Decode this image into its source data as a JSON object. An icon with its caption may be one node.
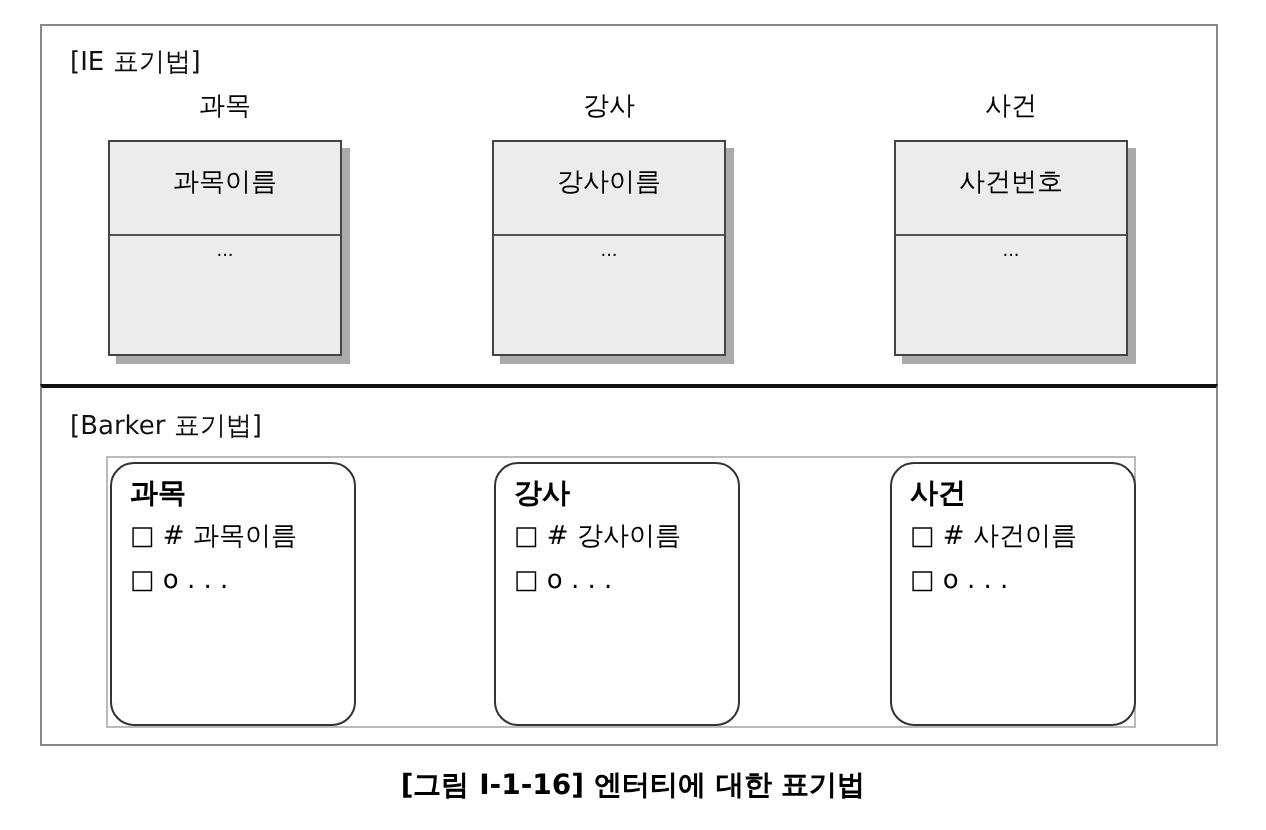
{
  "diagram": {
    "caption": "[그림 Ⅰ-1-16] 엔터티에 대한 표기법",
    "nodes": [
      {
        "text": [
          "[IE 표기법]"
        ]
      },
      {
        "text": [
          "과목",
          "과목이름",
          "..."
        ],
        "in": 0
      },
      {
        "text": [
          "강사",
          "강사이름",
          "..."
        ],
        "in": 0
      },
      {
        "text": [
          "사건",
          "사건번호",
          "..."
        ],
        "in": 0
      },
      {
        "text": [
          "[Barker 표기법]"
        ]
      },
      {
        "text": [
          "과목",
          "□ # 과목이름",
          "□ o . . ."
        ],
        "in": 4
      },
      {
        "text": [
          "강사",
          "□ # 강사이름",
          "□ o . . ."
        ],
        "in": 4
      },
      {
        "text": [
          "사건",
          "□ # 사건이름",
          "□ o . . ."
        ],
        "in": 4
      }
    ],
    "edges": []
  }
}
